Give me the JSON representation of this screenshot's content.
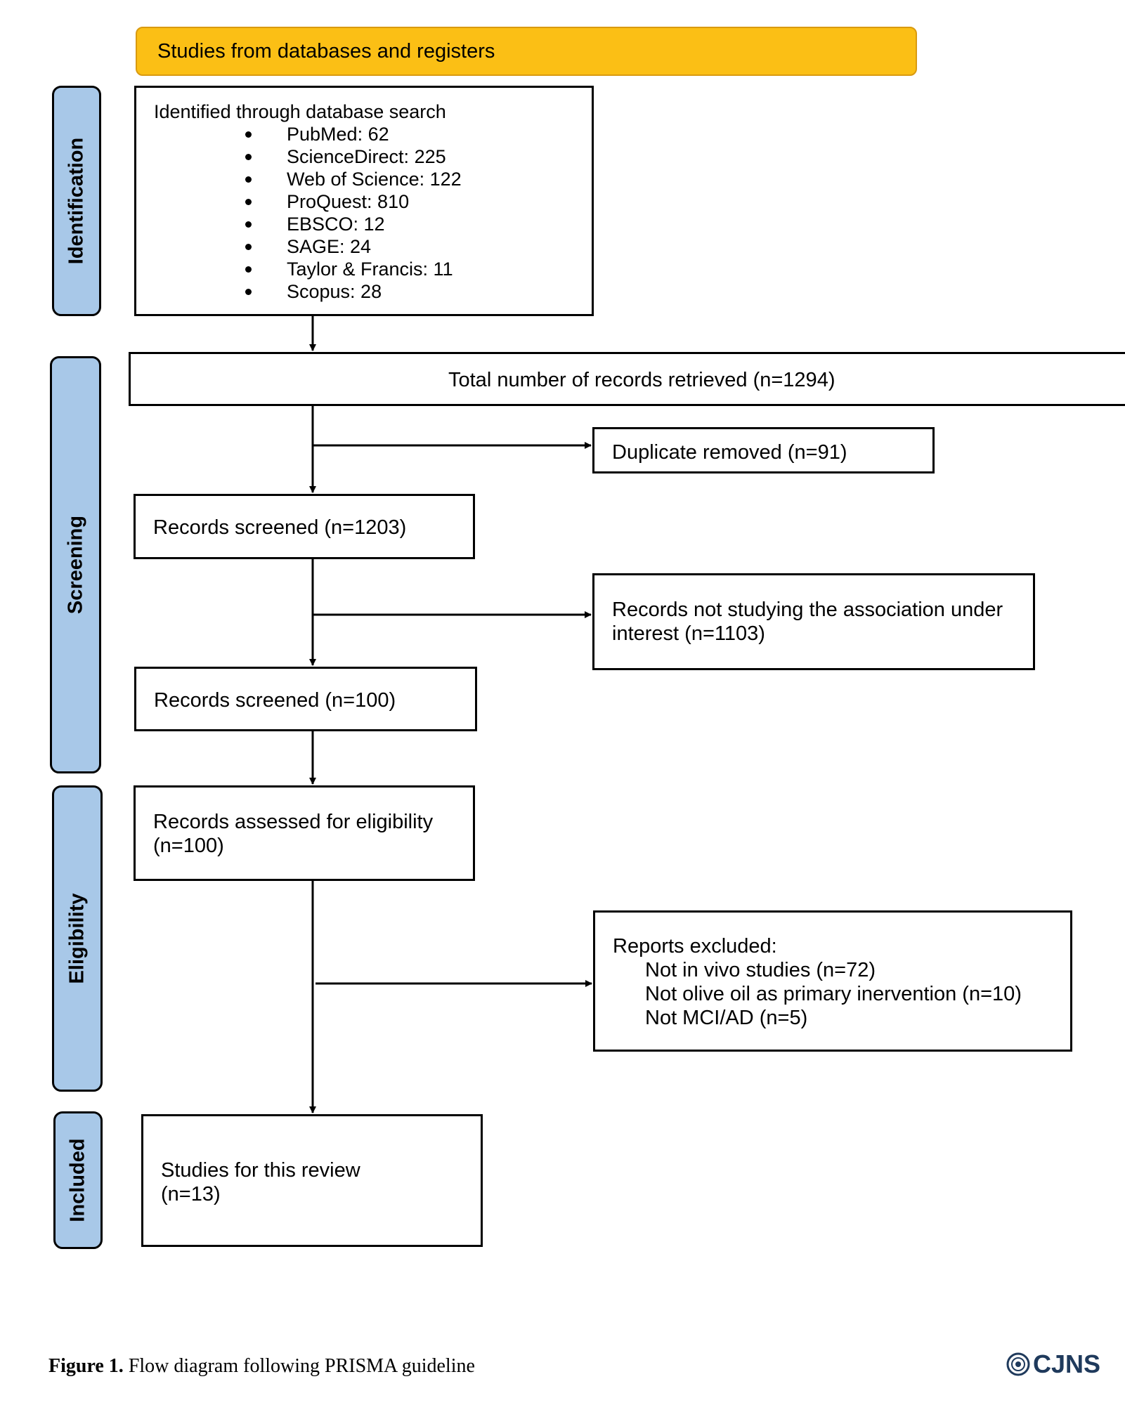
{
  "header": {
    "title": "Studies from databases and registers"
  },
  "phases": {
    "identification": "Identification",
    "screening": "Screening",
    "eligibility": "Eligibility",
    "included": "Included"
  },
  "identification": {
    "title": "Identified through database search",
    "sources": [
      "PubMed: 62",
      "ScienceDirect: 225",
      "Web of Science: 122",
      "ProQuest: 810",
      "EBSCO: 12",
      "SAGE: 24",
      "Taylor & Francis: 11",
      "Scopus: 28"
    ]
  },
  "total": "Total number of records retrieved (n=1294)",
  "duplicates": "Duplicate removed (n=91)",
  "screened_1": "Records screened (n=1203)",
  "not_studying": {
    "line1": "Records not studying the association under",
    "line2": "interest (n=1103)"
  },
  "screened_2": "Records screened (n=100)",
  "eligibility": {
    "line1": "Records assessed for eligibility",
    "line2": "(n=100)"
  },
  "excluded": {
    "title": "Reports excluded:",
    "items": [
      "Not in vivo studies (n=72)",
      "Not olive oil as primary inervention (n=10)",
      "Not MCI/AD (n=5)"
    ]
  },
  "included": {
    "line1": "Studies for this review",
    "line2": "(n=13)"
  },
  "caption": {
    "label": "Figure 1.",
    "text": "Flow diagram following PRISMA guideline"
  },
  "logo": "CJNS"
}
